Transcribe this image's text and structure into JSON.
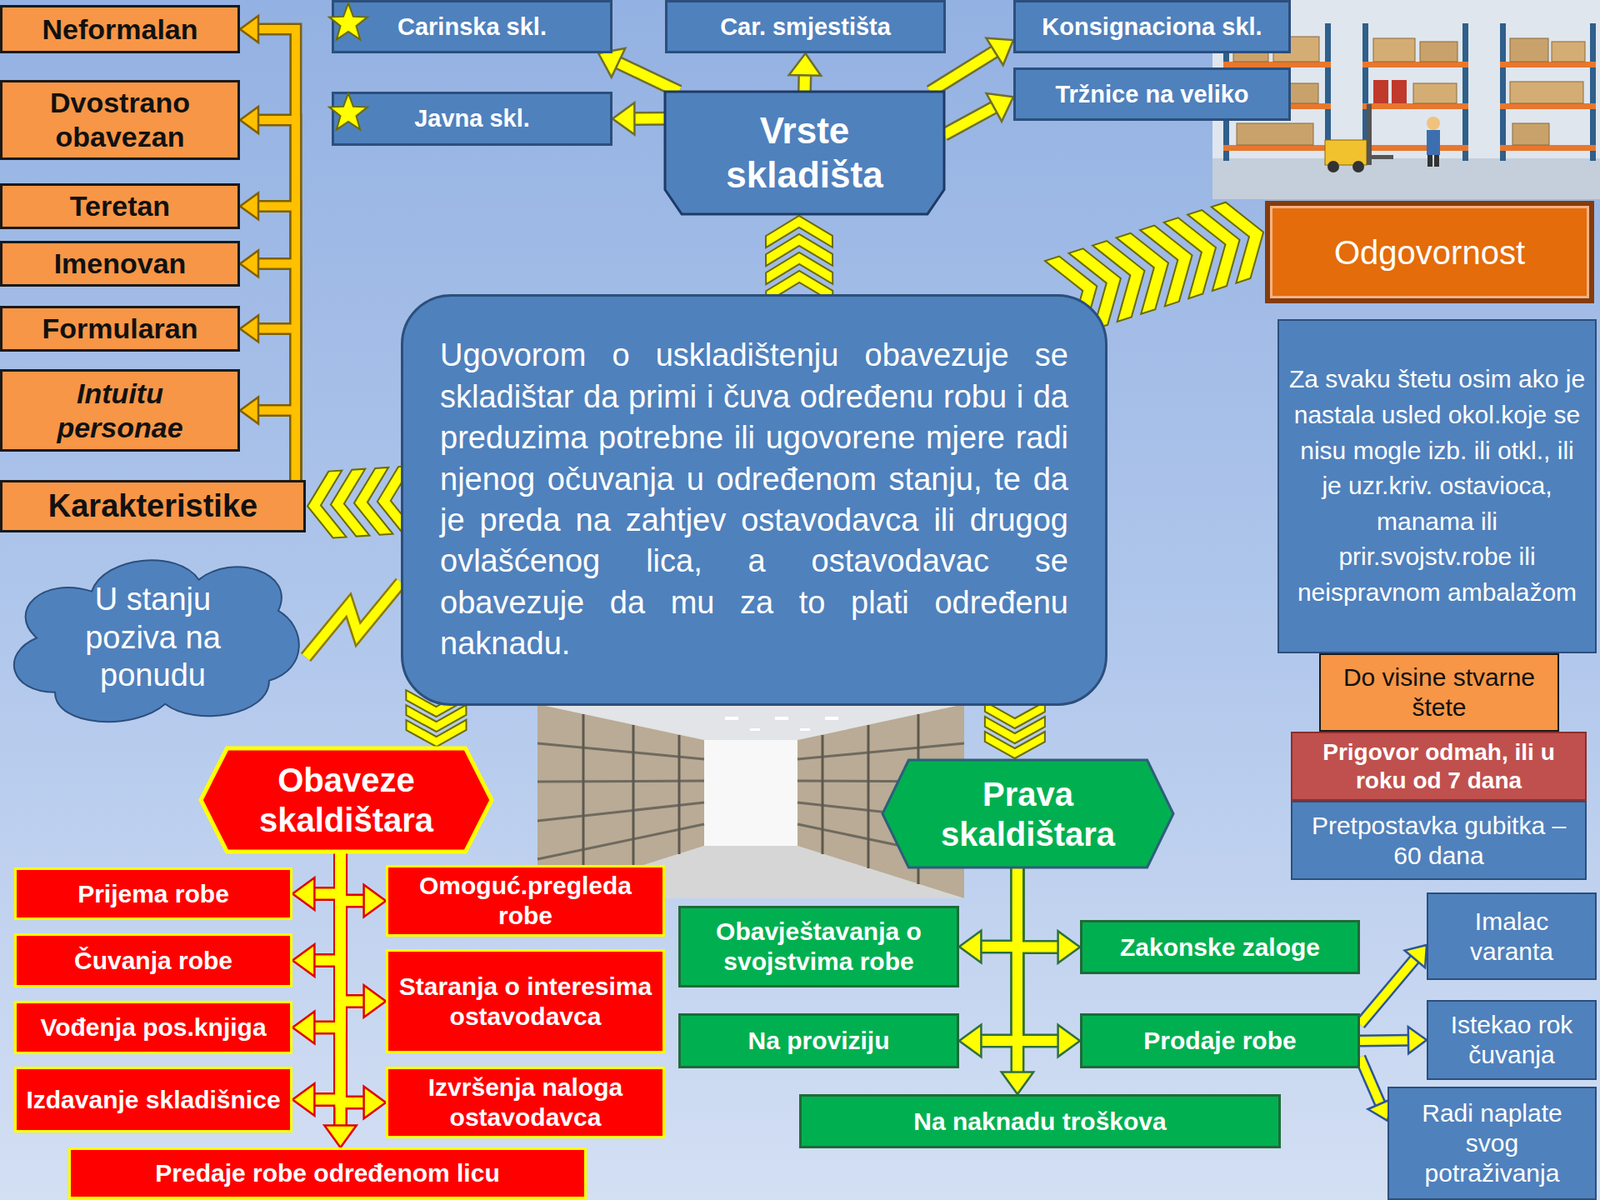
{
  "diagram": {
    "nodes": [
      {
        "text": [
          "Neformalan"
        ]
      },
      {
        "text": [
          "Dvostrano obavezan"
        ]
      },
      {
        "text": [
          "Teretan"
        ]
      },
      {
        "text": [
          "Imenovan"
        ]
      },
      {
        "text": [
          "Formularan"
        ]
      },
      {
        "text": [
          "Intuitu personae"
        ]
      },
      {
        "text": [
          "Karakteristike"
        ]
      },
      {
        "text": [
          "Carinska skl."
        ]
      },
      {
        "text": [
          "Car. smjestišta"
        ]
      },
      {
        "text": [
          "Konsignaciona skl."
        ]
      },
      {
        "text": [
          "Javna skl."
        ]
      },
      {
        "text": [
          "Tržnice na veliko"
        ]
      },
      {
        "text": [
          "Vrste skladišta"
        ]
      },
      {
        "text": [
          "Odgovornost"
        ]
      },
      {
        "text": [
          "Ugovorom o uskladištenju obavezuje se skladištar da primi i čuva određenu robu i da preduzima potrebne ili ugovorene mjere radi njenog očuvanja u određenom stanju, te da je preda na zahtjev ostavodavca ili drugog ovlašćenog lica, a ostavodavac se obavezuje da mu za to plati određenu naknadu."
        ]
      },
      {
        "text": [
          "U stanju poziva na ponudu"
        ]
      },
      {
        "text": [
          "Za svaku štetu osim ako je nastala usled okol.koje se nisu mogle izb. ili otkl., ili je uzr.kriv. ostavioca, manama ili prir.svojstv.robe ili neispravnom ambalažom"
        ]
      },
      {
        "text": [
          "Do visine stvarne štete"
        ]
      },
      {
        "text": [
          "Prigovor odmah, ili u roku od 7 dana"
        ]
      },
      {
        "text": [
          "Pretpostavka gubitka – 60 dana"
        ]
      },
      {
        "text": [
          "Obaveze skaldištara"
        ]
      },
      {
        "text": [
          "Prava skaldištara"
        ]
      },
      {
        "text": [
          "Prijema robe"
        ]
      },
      {
        "text": [
          "Omoguć.pregleda robe"
        ]
      },
      {
        "text": [
          "Čuvanja robe"
        ]
      },
      {
        "text": [
          "Staranja o interesima ostavodavca"
        ]
      },
      {
        "text": [
          "Vođenja pos.knjiga"
        ]
      },
      {
        "text": [
          "Izdavanje skladišnice"
        ]
      },
      {
        "text": [
          "Izvršenja naloga ostavodavca"
        ]
      },
      {
        "text": [
          "Predaje robe određenom licu"
        ]
      },
      {
        "text": [
          "Obavještavanja o svojstvima robe"
        ]
      },
      {
        "text": [
          "Zakonske zaloge"
        ]
      },
      {
        "text": [
          "Imalac varanta"
        ]
      },
      {
        "text": [
          "Na proviziju"
        ]
      },
      {
        "text": [
          "Prodaje robe"
        ]
      },
      {
        "text": [
          "Istekao rok čuvanja"
        ]
      },
      {
        "text": [
          "Radi naplate svog potraživanja"
        ]
      },
      {
        "text": [
          "Na naknadu troškova"
        ]
      }
    ],
    "edges": [
      {
        "from": 6,
        "to": 0,
        "arrow": "to"
      },
      {
        "from": 6,
        "to": 1,
        "arrow": "to"
      },
      {
        "from": 6,
        "to": 2,
        "arrow": "to"
      },
      {
        "from": 6,
        "to": 3,
        "arrow": "to"
      },
      {
        "from": 6,
        "to": 4,
        "arrow": "to"
      },
      {
        "from": 6,
        "to": 5,
        "arrow": "to"
      },
      {
        "from": 14,
        "to": 6,
        "arrow": "to"
      },
      {
        "from": 14,
        "to": 12,
        "arrow": "to"
      },
      {
        "from": 14,
        "to": 13,
        "arrow": "to"
      },
      {
        "from": 14,
        "to": 20,
        "arrow": "to"
      },
      {
        "from": 14,
        "to": 21,
        "arrow": "to"
      },
      {
        "from": 15,
        "to": 14,
        "arrow": "none"
      },
      {
        "from": 12,
        "to": 7,
        "arrow": "to"
      },
      {
        "from": 12,
        "to": 8,
        "arrow": "to"
      },
      {
        "from": 12,
        "to": 9,
        "arrow": "to"
      },
      {
        "from": 12,
        "to": 10,
        "arrow": "to"
      },
      {
        "from": 12,
        "to": 11,
        "arrow": "to"
      },
      {
        "from": 20,
        "to": 22,
        "arrow": "to"
      },
      {
        "from": 20,
        "to": 23,
        "arrow": "to"
      },
      {
        "from": 20,
        "to": 24,
        "arrow": "to"
      },
      {
        "from": 20,
        "to": 25,
        "arrow": "to"
      },
      {
        "from": 20,
        "to": 26,
        "arrow": "to"
      },
      {
        "from": 20,
        "to": 27,
        "arrow": "to"
      },
      {
        "from": 20,
        "to": 28,
        "arrow": "to"
      },
      {
        "from": 20,
        "to": 29,
        "arrow": "to"
      },
      {
        "from": 21,
        "to": 30,
        "arrow": "to"
      },
      {
        "from": 21,
        "to": 31,
        "arrow": "to"
      },
      {
        "from": 21,
        "to": 33,
        "arrow": "to"
      },
      {
        "from": 21,
        "to": 34,
        "arrow": "to"
      },
      {
        "from": 21,
        "to": 37,
        "arrow": "to"
      },
      {
        "from": 34,
        "to": 32,
        "arrow": "to"
      },
      {
        "from": 34,
        "to": 35,
        "arrow": "to"
      },
      {
        "from": 34,
        "to": 36,
        "arrow": "to"
      }
    ]
  }
}
